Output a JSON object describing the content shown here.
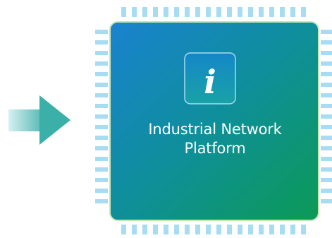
{
  "chip": {
    "title_line1": "Industrial Network",
    "title_line2": "Platform",
    "icon": "info-icon",
    "icon_glyph": "i"
  },
  "colors": {
    "arrow_start": "#d6f0f2",
    "arrow_end": "#3bb0a8",
    "pin": "#a7dcf3",
    "chip_top_left": "#1a82d0",
    "chip_mid": "#0e8f9a",
    "chip_bottom_right": "#0c9a55",
    "chip_border": "#c8e8b4",
    "icon_top": "#1487c8",
    "icon_bottom": "#19a2a6"
  }
}
